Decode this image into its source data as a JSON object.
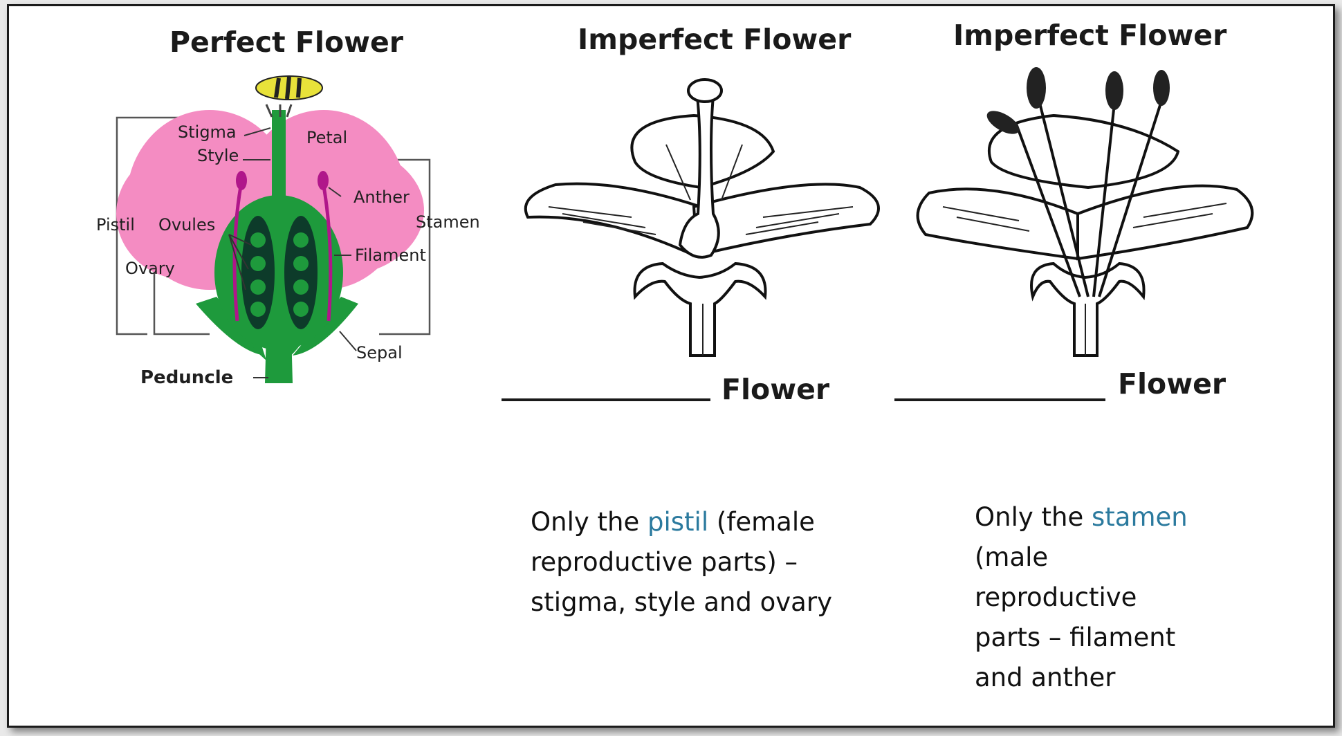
{
  "perfect": {
    "title": "Perfect Flower",
    "labels": {
      "stigma": "Stigma",
      "style": "Style",
      "petal": "Petal",
      "anther": "Anther",
      "pistil": "Pistil",
      "ovules": "Ovules",
      "stamen": "Stamen",
      "ovary": "Ovary",
      "filament": "Filament",
      "sepal": "Sepal",
      "peduncle": "Peduncle"
    }
  },
  "imperfect_female": {
    "title": "Imperfect Flower",
    "blank_word": "Flower",
    "desc_before": "Only the ",
    "desc_term": "pistil",
    "desc_after": " (female reproductive parts) – stigma, style and ovary"
  },
  "imperfect_male": {
    "title": "Imperfect Flower",
    "blank_word": "Flower",
    "desc_before": "Only the ",
    "desc_term": "stamen",
    "desc_after": " (male reproductive parts – filament and anther"
  },
  "colors": {
    "petal": "#f48cc2",
    "green": "#1e9a3c",
    "dark_ovary": "#0d3b2a",
    "magenta": "#b0168a",
    "term_highlight": "#2b7a9e",
    "bee": "#e8e23a"
  }
}
